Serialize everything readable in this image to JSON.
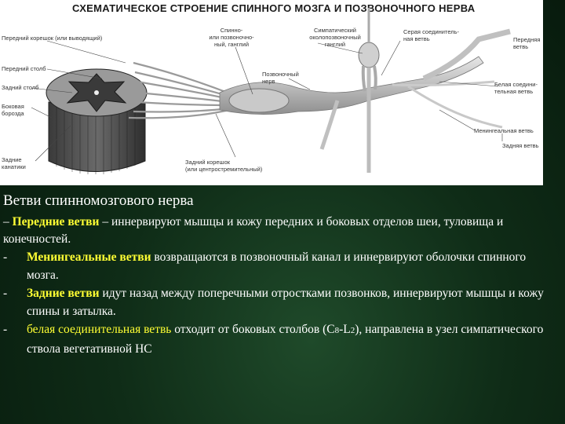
{
  "figure": {
    "title": "СХЕМАТИЧЕСКОЕ СТРОЕНИЕ СПИННОГО МОЗГА И ПОЗВОНОЧНОГО НЕРВА",
    "labels": {
      "front_horn": "Передний корешок (или выводящий)",
      "front_pillar": "Передний столб",
      "back_pillar": "Задний столб",
      "lateral_groove": "Боковая\nборозда",
      "back_canals": "Задние\nканатики",
      "spinal_ganglion": "Спинно-\nили позвоночно-\nный, ганглий",
      "sympathetic_ganglion": "Симпатический\nоколопозвоночный\nганглий",
      "grey_branch": "Серая соединитель-\nная ветвь",
      "front_branch": "Передняя\nветвь",
      "spinal_nerve": "Позвоночный\nнерв",
      "white_branch": "Белая соедини-\nтельная ветвь",
      "meningeal_branch": "Менингеальная ветвь",
      "back_branch": "Задняя ветвь",
      "back_root": "Задний корешок\n(или центростремительный)"
    }
  },
  "heading": "Ветви спинномозгового нерва",
  "intro": {
    "dash": "–",
    "term": "Передние ветви",
    "text": " – иннервируют мышцы и кожу передних  и боковых отделов шеи, туловища и конечностей."
  },
  "items": [
    {
      "bullet": "-",
      "term": "Менингеальные ветви",
      "text": " возвращаются в позвоночный канал и иннервируют оболочки спинного мозга."
    },
    {
      "bullet": "-",
      "term": "Задние ветви",
      "text": " идут назад между поперечными отростками позвонков, иннервируют мышцы и кожу спины и затылка."
    },
    {
      "bullet": "-",
      "term": "белая соединительная ветвь",
      "text_before": " отходит от боковых столбов (C",
      "sub1": "8",
      "sep": "-L",
      "sub2": "2",
      "text_after": "), направлена в узел симпатического ствола вегетативной НС"
    }
  ]
}
